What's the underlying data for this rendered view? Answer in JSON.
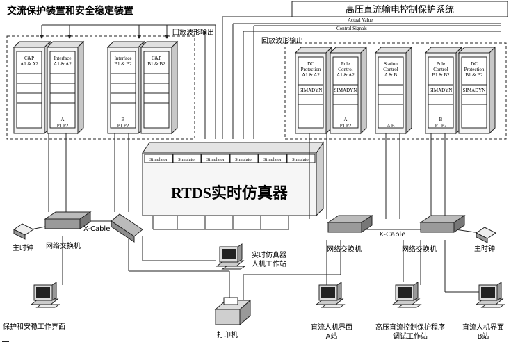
{
  "titles": {
    "ac_group": "交流保护装置和安全稳定装置",
    "hvdc_group": "高压直流输电控制保护系统",
    "actual_value": "Actual Value",
    "control_signals": "Control Signals",
    "playback_left": "回放波形输出",
    "playback_right": "回放波形输出"
  },
  "ac_cabinets": [
    {
      "name": "C&P\nA1 & A2"
    },
    {
      "name": "Interface\nA1 & A2",
      "side": "A",
      "ports": "P1   P2"
    },
    {
      "name": "Interface\nB1 & B2",
      "side": "B",
      "ports": "P1   P2"
    },
    {
      "name": "C&P\nB1 & B2"
    }
  ],
  "dc_cabinets": [
    {
      "name": "DC\nProtection\nA1 & A2",
      "module": "SIMADYN"
    },
    {
      "name": "Pole\nControl\nA1 & A2",
      "module": "SIMADYN",
      "side": "A",
      "ports": "P1   P2"
    },
    {
      "name": "Station\nControl\nA & B",
      "ports": "A     B"
    },
    {
      "name": "Pole\nControl\nB1 & B2",
      "module": "SIMADYN",
      "side": "B",
      "ports": "P1   P2"
    },
    {
      "name": "DC\nProtection\nB1 & B2",
      "module": "SIMADYN"
    }
  ],
  "simulator": {
    "units": [
      "Simulator",
      "Simulator",
      "Simulator",
      "Simulator",
      "Simulator",
      "Simulator"
    ],
    "title": "RTDS实时仿真器"
  },
  "labels": {
    "xcable_left": "X-Cable",
    "xcable_right": "X-Cable",
    "master_clock_left": "主时钟",
    "master_clock_right": "主时钟",
    "switch_left": "网络交换机",
    "switch_mid": "网络交换机",
    "switch_right": "网络交换机",
    "rtds_workstation": "实时仿真器\n人机工作站",
    "ac_workstation": "保护和安稳工作界面",
    "printer": "打印机",
    "hmi_a": "直流人机界面\nA站",
    "debug_ws": "高压直流控制保护程序\n调试工作站",
    "hmi_b": "直流人机界面\nB站"
  },
  "colors": {
    "line": "#222222",
    "cabinet": "#f4f4f4",
    "switch": "#9a9a9a"
  }
}
